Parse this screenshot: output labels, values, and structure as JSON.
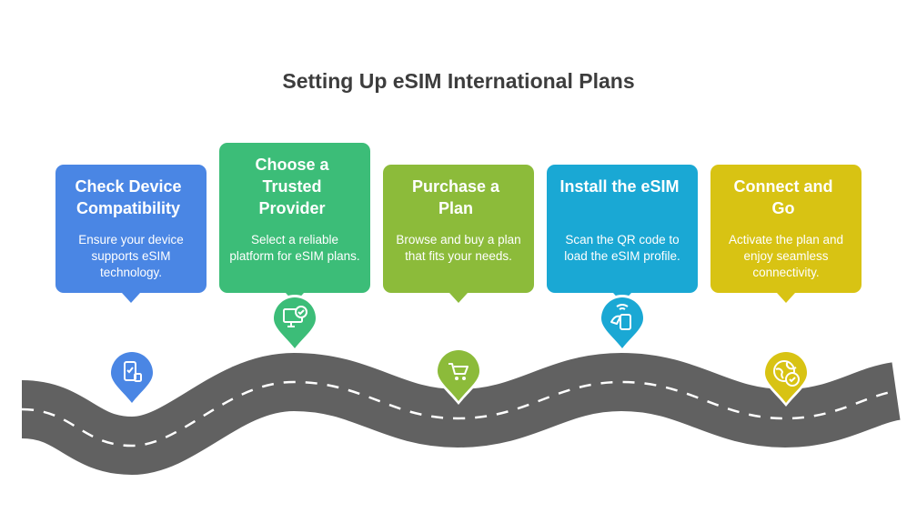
{
  "title": "Setting Up eSIM International Plans",
  "steps": [
    {
      "title": "Check Device Compatibility",
      "description": "Ensure your device supports eSIM technology.",
      "color": "#4a86e4",
      "icon": "phone-check-icon"
    },
    {
      "title": "Choose a Trusted Provider",
      "description": "Select a reliable platform for eSIM plans.",
      "color": "#3cbd78",
      "icon": "monitor-check-icon"
    },
    {
      "title": "Purchase a Plan",
      "description": "Browse and buy a plan that fits your needs.",
      "color": "#8cbb3a",
      "icon": "cart-icon"
    },
    {
      "title": "Install the eSIM",
      "description": "Scan the QR code to load the eSIM profile.",
      "color": "#1aa8d4",
      "icon": "mobile-scan-icon"
    },
    {
      "title": "Connect and Go",
      "description": "Activate the plan and enjoy seamless connectivity.",
      "color": "#d8c313",
      "icon": "globe-check-icon"
    }
  ]
}
